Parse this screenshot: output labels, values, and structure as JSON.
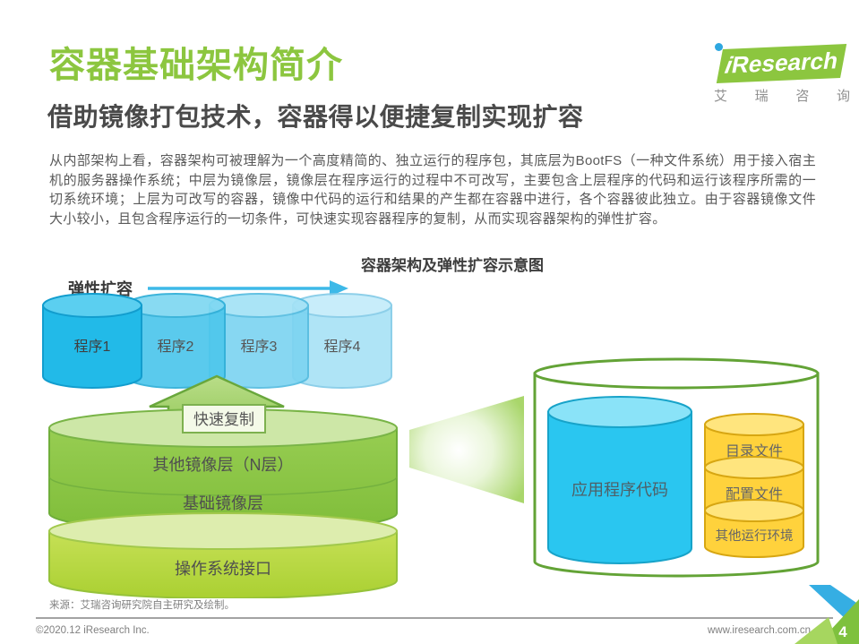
{
  "page": {
    "title": "容器基础架构简介",
    "subtitle": "借助镜像打包技术，容器得以便捷复制实现扩容",
    "body": "从内部架构上看，容器架构可被理解为一个高度精简的、独立运行的程序包，其底层为BootFS（一种文件系统）用于接入宿主机的服务器操作系统；中层为镜像层，镜像层在程序运行的过程中不可改写，主要包含上层程序的代码和运行该程序所需的一切系统环境；上层为可改写的容器，镜像中代码的运行和结果的产生都在容器中进行，各个容器彼此独立。由于容器镜像文件大小较小，且包含程序运行的一切条件，可快速实现容器程序的复制，从而实现容器架构的弹性扩容。"
  },
  "logo": {
    "brand_i": "i",
    "brand": "Research",
    "cn_1": "艾",
    "cn_2": "瑞",
    "cn_3": "咨",
    "cn_4": "询"
  },
  "diagram": {
    "title": "容器架构及弹性扩容示意图",
    "elastic_label": "弹性扩容",
    "programs": [
      "程序1",
      "程序2",
      "程序3",
      "程序4"
    ],
    "copy_label": "快速复制",
    "layer_other": "其他镜像层（N层）",
    "layer_base": "基础镜像层",
    "layer_os": "操作系统接口",
    "app_code": "应用程序代码",
    "files": [
      "目录文件",
      "配置文件",
      "其他运行环境"
    ]
  },
  "footer": {
    "source": "来源：艾瑞咨询研究院自主研究及绘制。",
    "copyright": "©2020.12 iResearch Inc.",
    "url": "www.iresearch.com.cn",
    "page_number": "4"
  },
  "colors": {
    "brand_green": "#8cc63f",
    "accent_blue": "#29abe2",
    "cylinder_blue": "#22bae8",
    "layer_green": "#8bc53f",
    "os_green": "#b6d83f",
    "file_yellow": "#ffd23c"
  }
}
